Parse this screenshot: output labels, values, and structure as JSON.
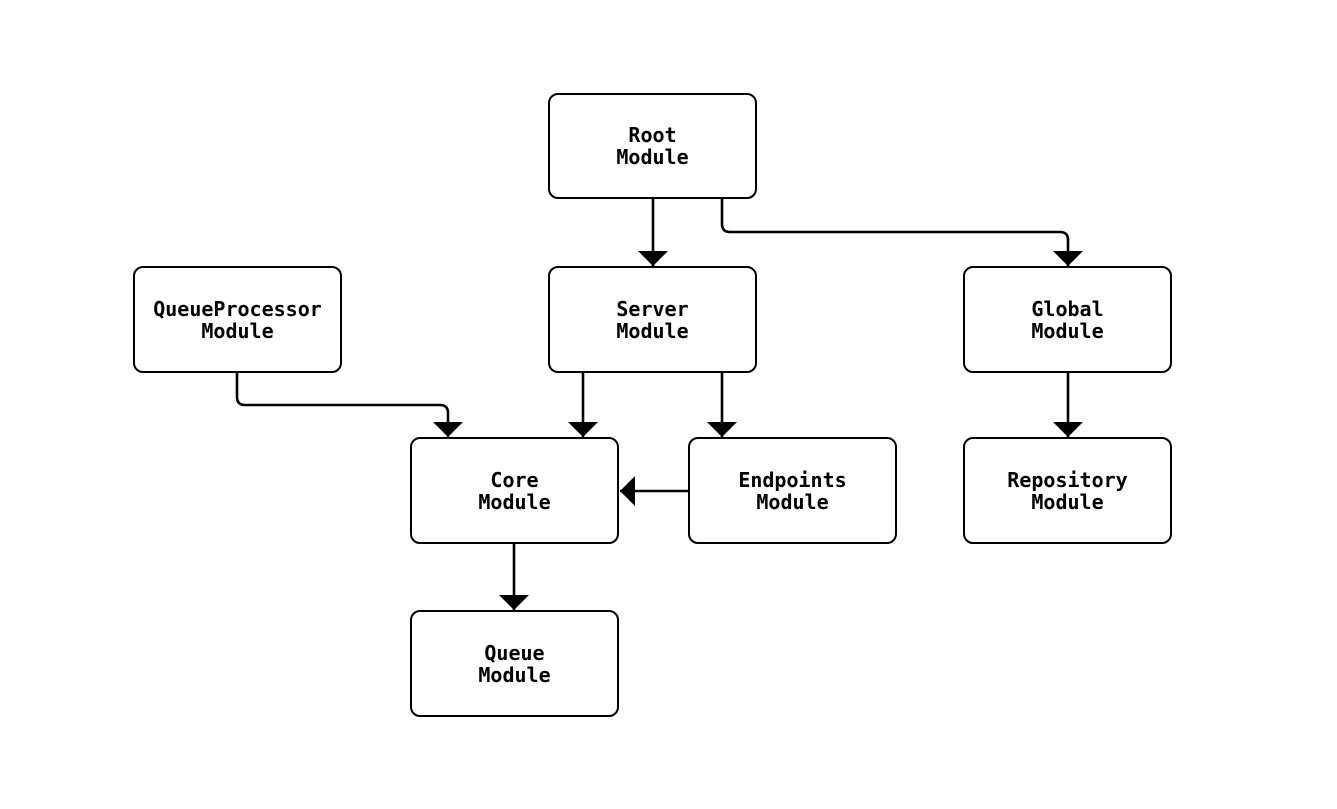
{
  "diagram": {
    "type": "module-dependency-flowchart",
    "background_color": "#ffffff",
    "node_fill_color": "#ffffff",
    "node_border_color": "#000000",
    "edge_color": "#000000",
    "text_color": "#000000",
    "nodes": {
      "root": {
        "label": "Root\nModule"
      },
      "queueprocessor": {
        "label": "QueueProcessor\nModule"
      },
      "server": {
        "label": "Server\nModule"
      },
      "global": {
        "label": "Global\nModule"
      },
      "core": {
        "label": "Core\nModule"
      },
      "endpoints": {
        "label": "Endpoints\nModule"
      },
      "repository": {
        "label": "Repository\nModule"
      },
      "queue": {
        "label": "Queue\nModule"
      }
    },
    "edges": [
      {
        "from": "root",
        "to": "server"
      },
      {
        "from": "root",
        "to": "global"
      },
      {
        "from": "queueprocessor",
        "to": "core"
      },
      {
        "from": "server",
        "to": "core"
      },
      {
        "from": "server",
        "to": "endpoints"
      },
      {
        "from": "endpoints",
        "to": "core"
      },
      {
        "from": "global",
        "to": "repository"
      },
      {
        "from": "core",
        "to": "queue"
      }
    ]
  }
}
